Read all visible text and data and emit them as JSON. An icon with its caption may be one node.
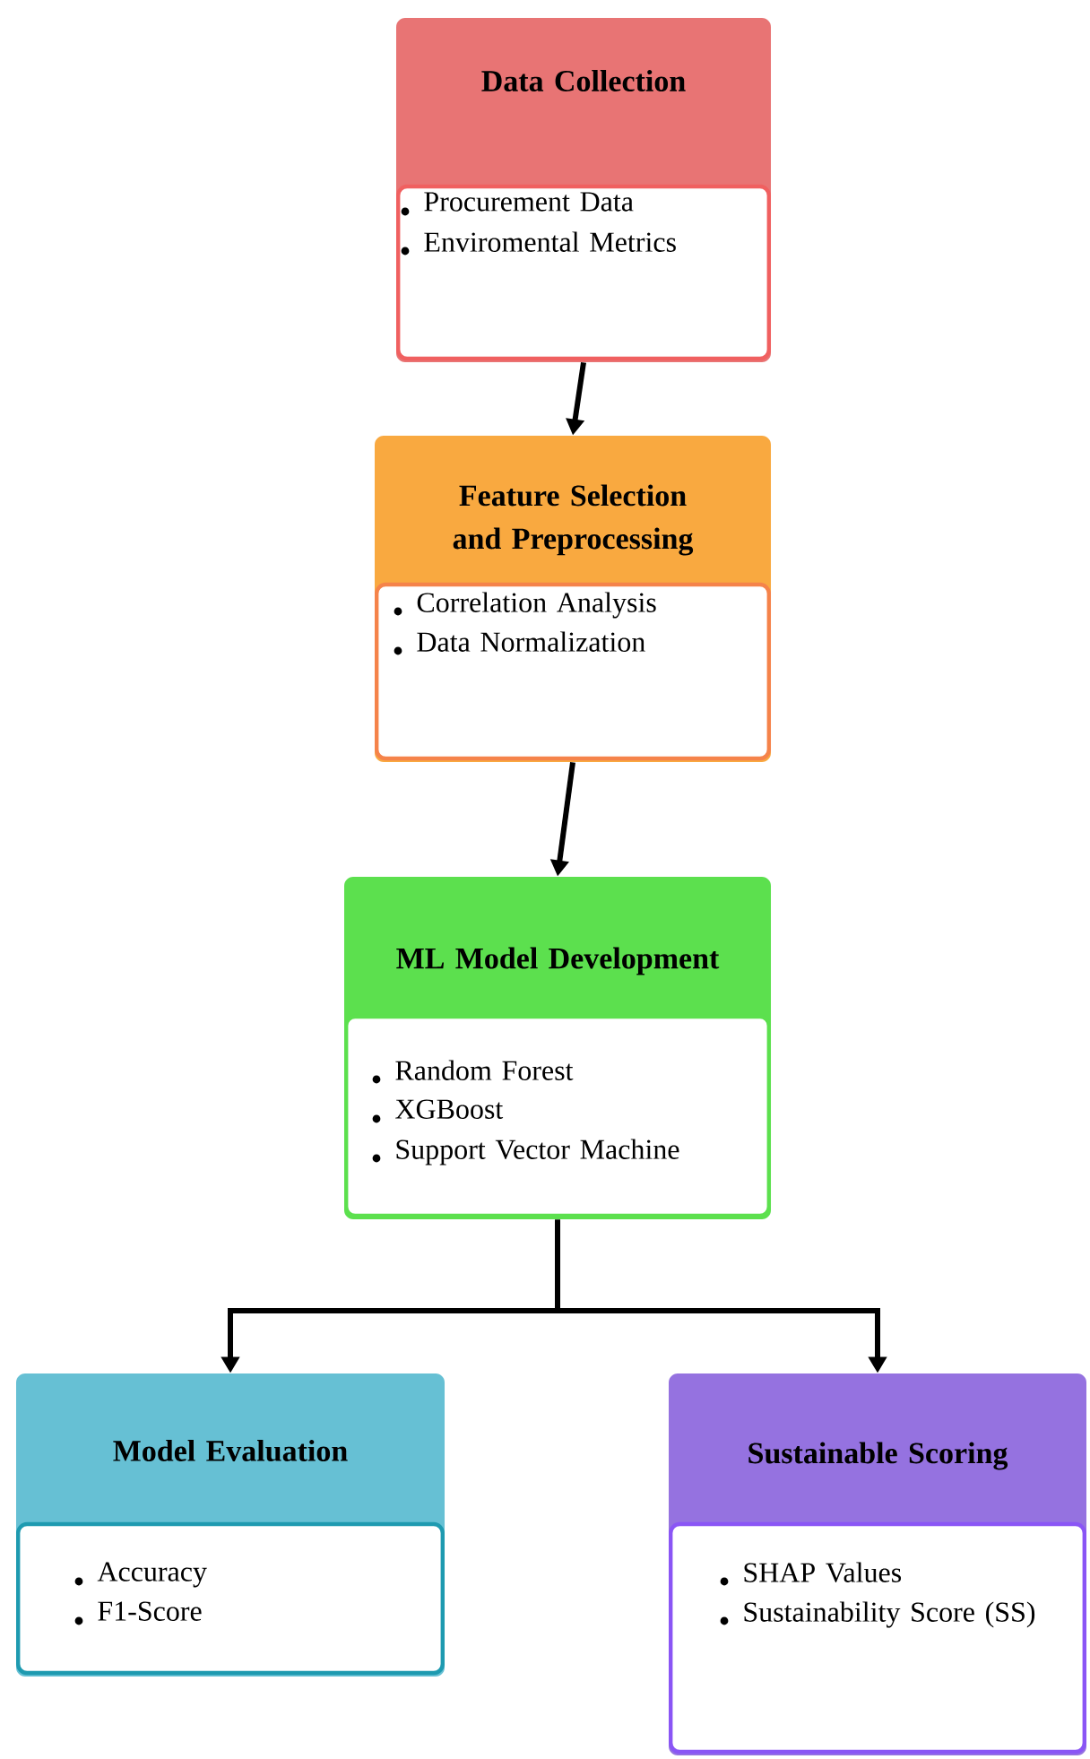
{
  "diagram": {
    "nodes": [
      {
        "text": [
          "Data Collection",
          "Procurement Data",
          "Enviromental Metrics"
        ]
      },
      {
        "text": [
          "Feature Selection and Preprocessing",
          "Correlation Analysis",
          "Data Normalization"
        ]
      },
      {
        "text": [
          "ML Model Development",
          "Random Forest",
          "XGBoost",
          "Support Vector Machine"
        ]
      },
      {
        "text": [
          "Model Evaluation",
          "Accuracy",
          "F1-Score"
        ]
      },
      {
        "text": [
          "Sustainable Scoring",
          "SHAP Values",
          "Sustainability Score (SS)"
        ]
      }
    ],
    "edges": [
      {
        "from": 0,
        "to": 1,
        "arrow": "to"
      },
      {
        "from": 1,
        "to": 2,
        "arrow": "to"
      },
      {
        "from": 2,
        "to": 3,
        "arrow": "to"
      },
      {
        "from": 2,
        "to": 4,
        "arrow": "to"
      }
    ]
  }
}
